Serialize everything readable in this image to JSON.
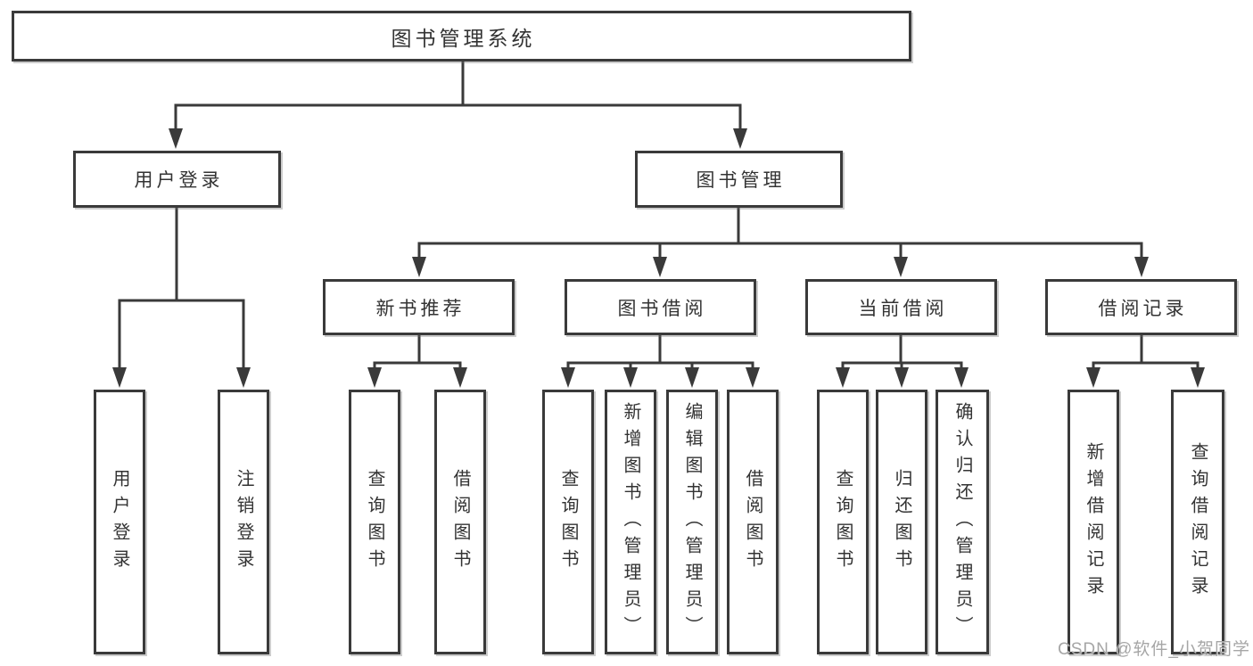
{
  "diagram": {
    "root_label": "图书管理系统",
    "level2": [
      {
        "label": "用户登录"
      },
      {
        "label": "图书管理"
      }
    ],
    "level3": [
      {
        "label": "新书推荐"
      },
      {
        "label": "图书借阅"
      },
      {
        "label": "当前借阅"
      },
      {
        "label": "借阅记录"
      }
    ],
    "leaves": {
      "user_login": [
        "用户登录",
        "注销登录"
      ],
      "new_book": [
        "查询图书",
        "借阅图书"
      ],
      "book_borrow": [
        "查询图书",
        "新增图书（管理员）",
        "编辑图书（管理员）",
        "借阅图书"
      ],
      "current_borrow": [
        "查询图书",
        "归还图书",
        "确认归还（管理员）"
      ],
      "borrow_records": [
        "新增借阅记录",
        "查询借阅记录"
      ]
    }
  },
  "watermark": {
    "text": "CSDN @软件_小贺同学"
  },
  "colors": {
    "line": "#3a3a3a",
    "text": "#333333",
    "watermark": "#a6a6a6",
    "background": "#ffffff"
  }
}
